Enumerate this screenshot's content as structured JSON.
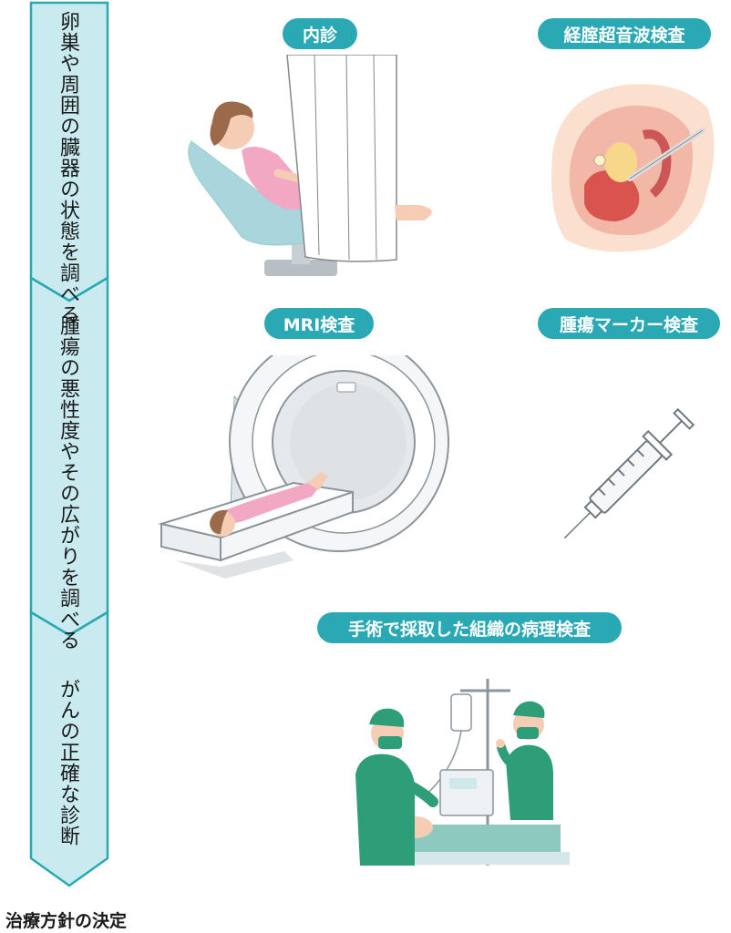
{
  "flow": {
    "step1": "卵巣や周囲の臓器の状態を調べる",
    "step2": "腫瘍の悪性度やその広がりを調べる",
    "step3": "がんの正確な診断",
    "decision": "治療方針の決定"
  },
  "exams": {
    "internal": "内診",
    "transvaginal_ultrasound": "経腟超音波検査",
    "mri": "MRI検査",
    "tumor_marker": "腫瘍マーカー検査",
    "pathology": "手術で採取した組織の病理検査"
  },
  "colors": {
    "accent": "#2aa8b3",
    "arrow_fill": "#c9ebef",
    "arrow_stroke": "#2aa8b3"
  }
}
